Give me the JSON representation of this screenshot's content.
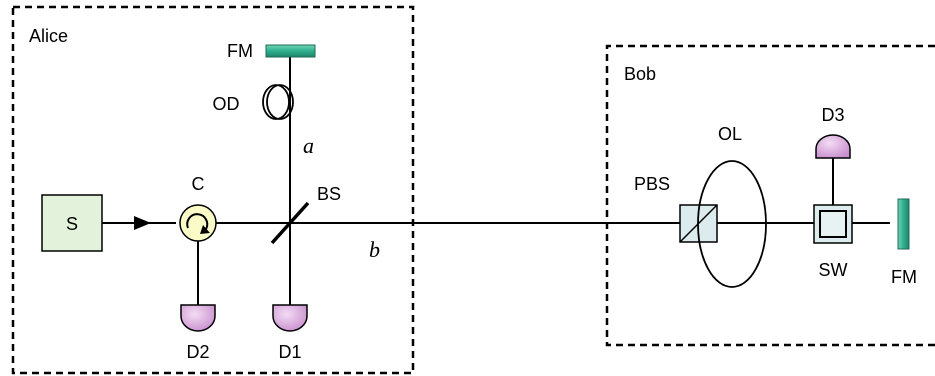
{
  "regions": {
    "alice": "Alice",
    "bob": "Bob"
  },
  "components": {
    "source": "S",
    "circulator": "C",
    "beam_splitter": "BS",
    "faraday_mirror_alice": "FM",
    "optical_delay": "OD",
    "detector_1": "D1",
    "detector_2": "D2",
    "detector_3": "D3",
    "polarizing_beam_splitter": "PBS",
    "optical_loop": "OL",
    "switch": "SW",
    "faraday_mirror_bob": "FM"
  },
  "paths": {
    "arm_a": "a",
    "arm_b": "b"
  },
  "colors": {
    "mirror": "#2fae8c",
    "detector": "#d9a9dc",
    "circulator": "#fbfbc8",
    "source_box": "#e3f2da",
    "splitter_box": "#dcecee",
    "border": "#000000"
  }
}
